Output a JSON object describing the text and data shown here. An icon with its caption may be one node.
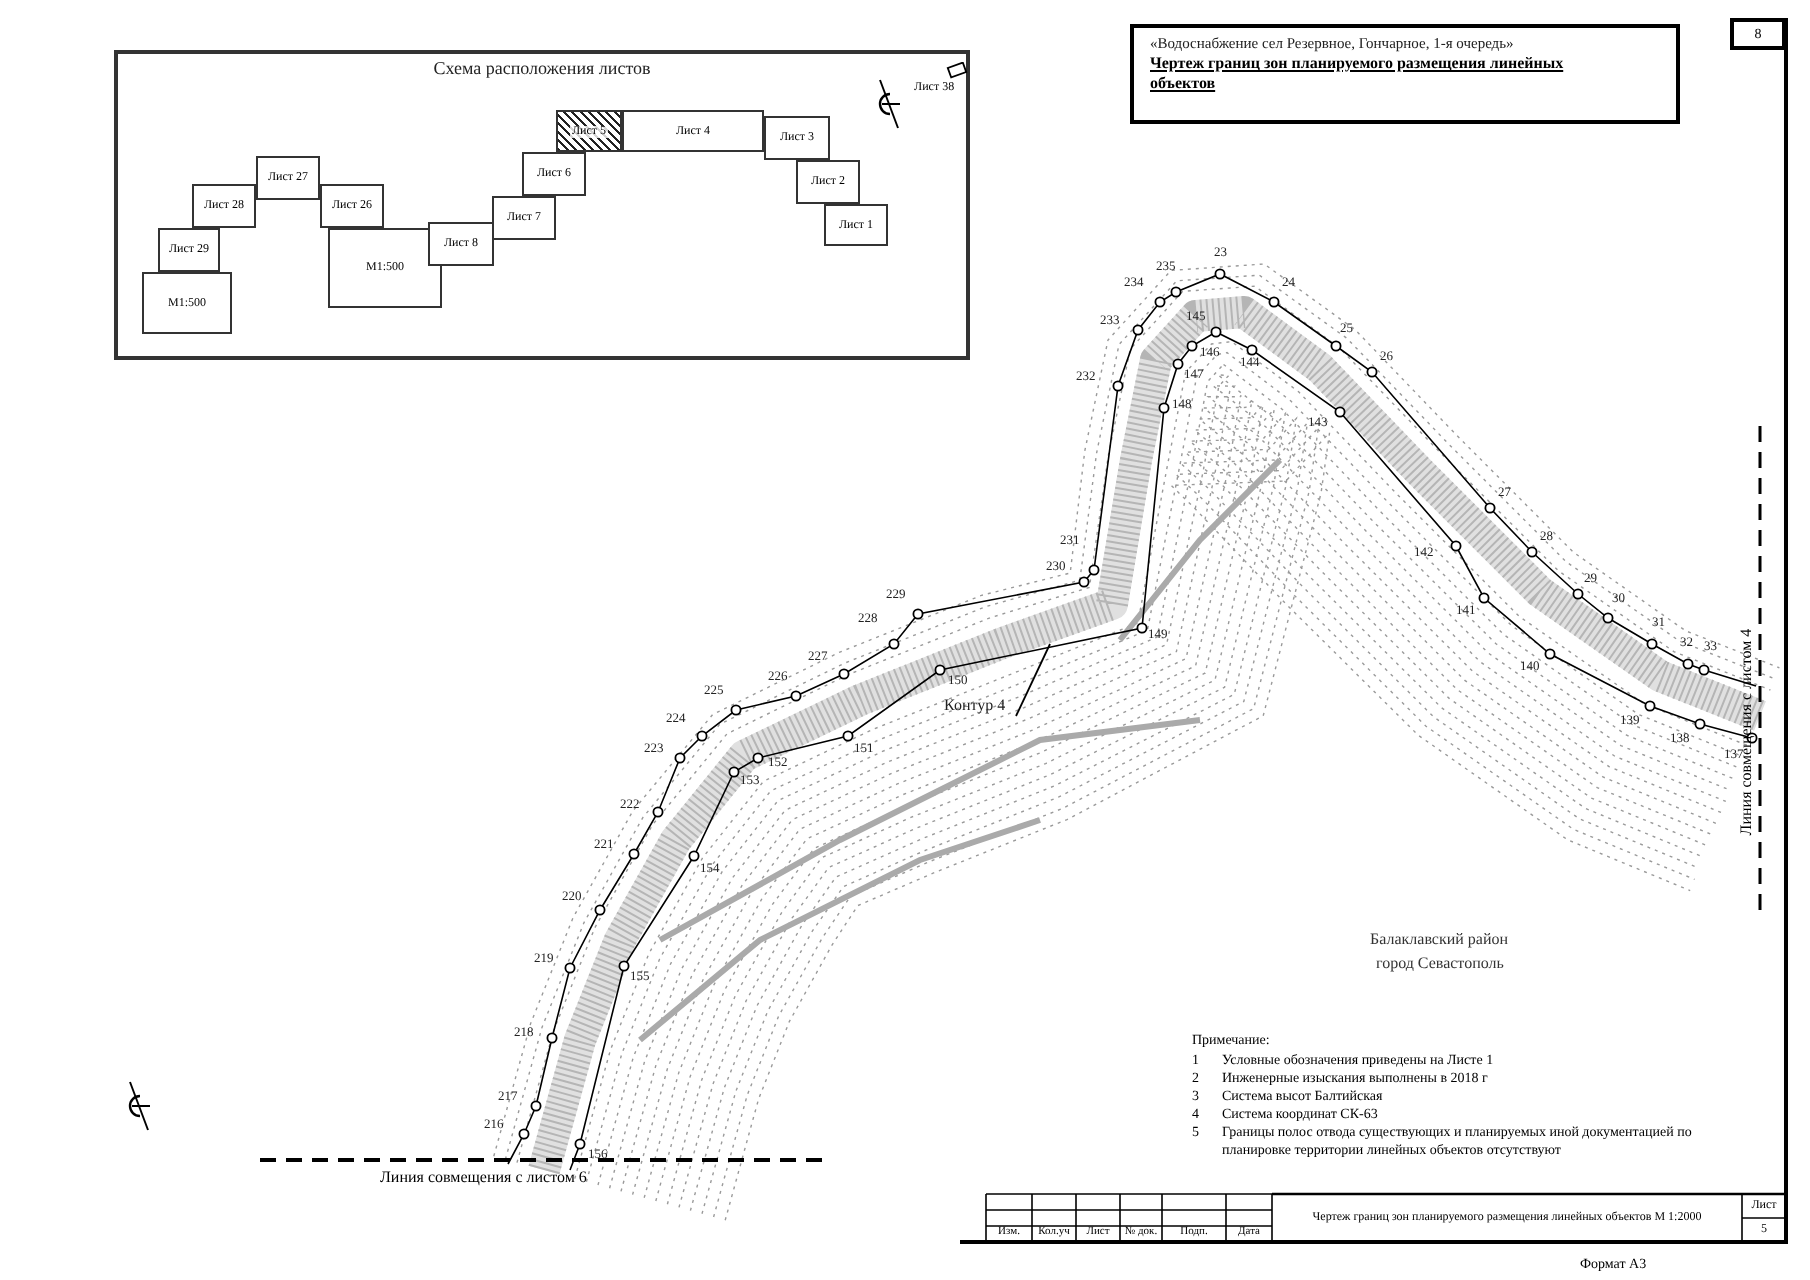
{
  "diagram": {
    "nodes": [
      {
        "text": [
          "Схема расположения листов"
        ]
      },
      {
        "text": [
          "Лист 29"
        ],
        "in": 0
      },
      {
        "text": [
          "М1:500"
        ],
        "in": 0
      },
      {
        "text": [
          "Лист 28"
        ],
        "in": 0
      },
      {
        "text": [
          "Лист 27"
        ],
        "in": 0
      },
      {
        "text": [
          "Лист 26"
        ],
        "in": 0
      },
      {
        "text": [
          "М1:500"
        ],
        "in": 0
      },
      {
        "text": [
          "Лист 8"
        ],
        "in": 0
      },
      {
        "text": [
          "Лист 7"
        ],
        "in": 0
      },
      {
        "text": [
          "Лист 6"
        ],
        "in": 0
      },
      {
        "text": [
          "Лист 5"
        ],
        "in": 0
      },
      {
        "text": [
          "Лист 4"
        ],
        "in": 0
      },
      {
        "text": [
          "Лист 3"
        ],
        "in": 0
      },
      {
        "text": [
          "Лист 2"
        ],
        "in": 0
      },
      {
        "text": [
          "Лист 1"
        ],
        "in": 0
      },
      {
        "text": [
          "Лист 38"
        ],
        "in": 0
      },
      {
        "text": [
          "«Водоснабжение сел Резервное, Гончарное, 1-я очередь»",
          "Чертеж границ зон планируемого размещения линейных объектов"
        ]
      },
      {
        "text": [
          "8"
        ]
      }
    ],
    "labels": [
      "23",
      "235",
      "234",
      "24",
      "233",
      "145",
      "25",
      "146",
      "26",
      "144",
      "232",
      "147",
      "148",
      "143",
      "27",
      "231",
      "28",
      "142",
      "230",
      "29",
      "229",
      "30",
      "141",
      "228",
      "31",
      "149",
      "32",
      "33",
      "227",
      "140",
      "226",
      "150",
      "225",
      "224",
      "139",
      "138",
      "223",
      "151",
      "137",
      "152",
      "153",
      "222",
      "221",
      "154",
      "220",
      "219",
      "155",
      "218",
      "217",
      "216",
      "156",
      "Контур 4",
      "Балаклавский район",
      "город Севастополь",
      "Линия совмещения с листом 6",
      "Линия совмещения с листом 4",
      "Примечание:",
      "1",
      "Условные обозначения приведены на Листе 1",
      "2",
      "Инженерные изыскания выполнены в 2018 г",
      "3",
      "Система высот Балтийская",
      "4",
      "Система координат СК-63",
      "5",
      "Границы полос отвода существующих и планируемых иной документацией по планировке территории линейных объектов отсутствуют",
      "Изм.",
      "Кол.уч",
      "Лист",
      "№ док.",
      "Подп.",
      "Дата",
      "Чертеж границ зон планируемого размещения линейных объектов М 1:2000",
      "Лист",
      "5",
      "Формат А3"
    ]
  }
}
